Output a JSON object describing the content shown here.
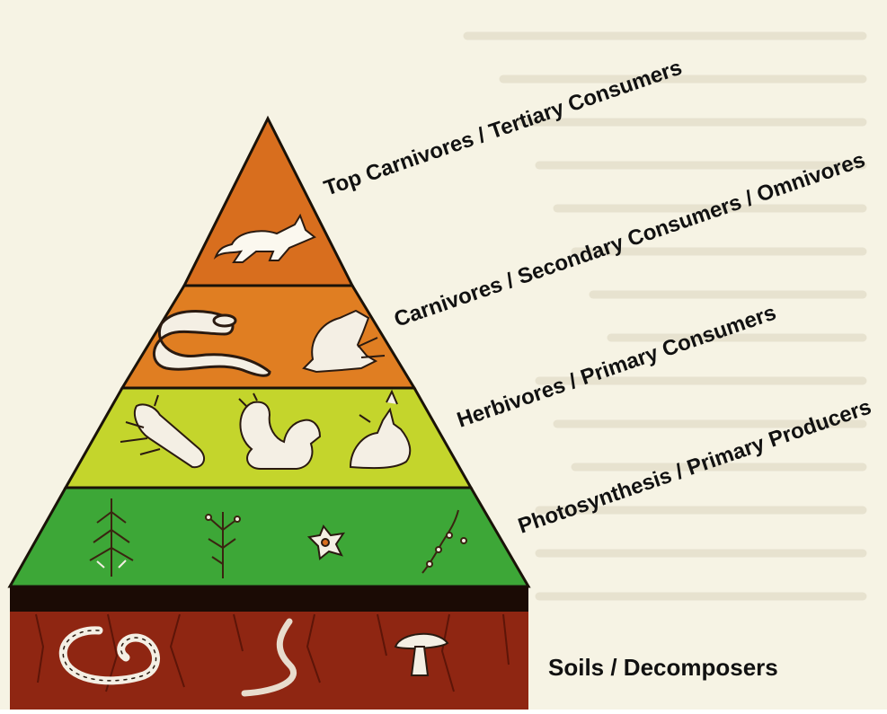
{
  "diagram": {
    "colors": {
      "paper": "#f6f3e4",
      "top_tier": "#d86e1e",
      "carnivore_tier": "#e07e22",
      "herbivore_tier": "#c4d52c",
      "producer_tier": "#3da737",
      "soil_top": "#1b0b05",
      "soil": "#8f2612",
      "outline": "#1a1208",
      "label_text": "#111111"
    },
    "levels": [
      {
        "label": "Top Carnivores / Tertiary Consumers",
        "icons": [
          "fox-icon"
        ]
      },
      {
        "label": "Carnivores / Secondary Consumers / Omnivores",
        "icons": [
          "snake-icon",
          "frog-icon"
        ]
      },
      {
        "label": "Herbivores / Primary Consumers",
        "icons": [
          "beetle-icon",
          "squirrel-icon",
          "rabbit-icon"
        ]
      },
      {
        "label": "Photosynthesis / Primary Producers",
        "icons": [
          "tree-icon",
          "sapling-icon",
          "flower-icon",
          "vine-icon"
        ]
      },
      {
        "label": "Soils / Decomposers",
        "icons": [
          "worm-icon",
          "earthworm-icon",
          "mushroom-icon"
        ]
      }
    ]
  }
}
